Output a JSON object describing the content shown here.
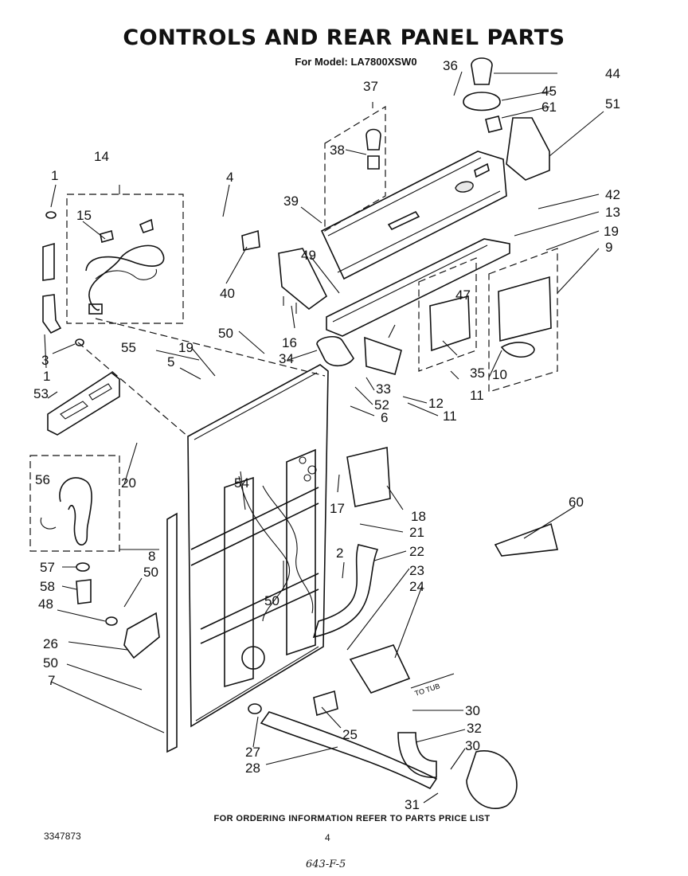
{
  "header": {
    "title": "CONTROLS AND REAR PANEL PARTS",
    "subtitle": "For Model: LA7800XSW0"
  },
  "footer": {
    "ordering_note": "FOR ORDERING INFORMATION REFER TO PARTS PRICE LIST",
    "document_number": "3347873",
    "page_number": "4",
    "handwritten_code": "643-F-5"
  },
  "annotations": {
    "to_tub": "TO TUB"
  },
  "callouts": [
    {
      "id": "c1a",
      "label": "1"
    },
    {
      "id": "c1b",
      "label": "1"
    },
    {
      "id": "c2",
      "label": "2"
    },
    {
      "id": "c3",
      "label": "3"
    },
    {
      "id": "c4",
      "label": "4"
    },
    {
      "id": "c5",
      "label": "5"
    },
    {
      "id": "c6",
      "label": "6"
    },
    {
      "id": "c7",
      "label": "7"
    },
    {
      "id": "c8",
      "label": "8"
    },
    {
      "id": "c9",
      "label": "9"
    },
    {
      "id": "c10",
      "label": "10"
    },
    {
      "id": "c11a",
      "label": "11"
    },
    {
      "id": "c11b",
      "label": "11"
    },
    {
      "id": "c12",
      "label": "12"
    },
    {
      "id": "c13",
      "label": "13"
    },
    {
      "id": "c14",
      "label": "14"
    },
    {
      "id": "c15",
      "label": "15"
    },
    {
      "id": "c16",
      "label": "16"
    },
    {
      "id": "c17",
      "label": "17"
    },
    {
      "id": "c18",
      "label": "18"
    },
    {
      "id": "c19a",
      "label": "19"
    },
    {
      "id": "c19b",
      "label": "19"
    },
    {
      "id": "c20",
      "label": "20"
    },
    {
      "id": "c21",
      "label": "21"
    },
    {
      "id": "c22",
      "label": "22"
    },
    {
      "id": "c23",
      "label": "23"
    },
    {
      "id": "c24",
      "label": "24"
    },
    {
      "id": "c25",
      "label": "25"
    },
    {
      "id": "c26",
      "label": "26"
    },
    {
      "id": "c27",
      "label": "27"
    },
    {
      "id": "c28",
      "label": "28"
    },
    {
      "id": "c30a",
      "label": "30"
    },
    {
      "id": "c30b",
      "label": "30"
    },
    {
      "id": "c31",
      "label": "31"
    },
    {
      "id": "c32",
      "label": "32"
    },
    {
      "id": "c33",
      "label": "33"
    },
    {
      "id": "c34",
      "label": "34"
    },
    {
      "id": "c35",
      "label": "35"
    },
    {
      "id": "c36",
      "label": "36"
    },
    {
      "id": "c37",
      "label": "37"
    },
    {
      "id": "c38",
      "label": "38"
    },
    {
      "id": "c39",
      "label": "39"
    },
    {
      "id": "c40",
      "label": "40"
    },
    {
      "id": "c42",
      "label": "42"
    },
    {
      "id": "c44",
      "label": "44"
    },
    {
      "id": "c45",
      "label": "45"
    },
    {
      "id": "c47",
      "label": "47"
    },
    {
      "id": "c48",
      "label": "48"
    },
    {
      "id": "c49",
      "label": "49"
    },
    {
      "id": "c50a",
      "label": "50"
    },
    {
      "id": "c50b",
      "label": "50"
    },
    {
      "id": "c50c",
      "label": "50"
    },
    {
      "id": "c50d",
      "label": "50"
    },
    {
      "id": "c51",
      "label": "51"
    },
    {
      "id": "c52",
      "label": "52"
    },
    {
      "id": "c53",
      "label": "53"
    },
    {
      "id": "c54",
      "label": "54"
    },
    {
      "id": "c55",
      "label": "55"
    },
    {
      "id": "c56",
      "label": "56"
    },
    {
      "id": "c57",
      "label": "57"
    },
    {
      "id": "c58",
      "label": "58"
    },
    {
      "id": "c60",
      "label": "60"
    },
    {
      "id": "c61",
      "label": "61"
    }
  ]
}
